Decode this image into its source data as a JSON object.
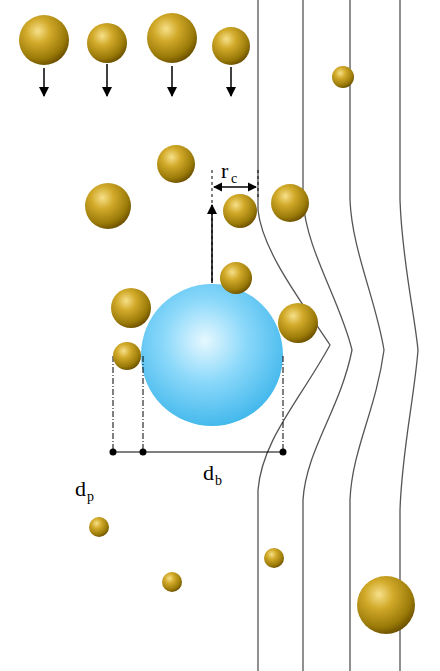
{
  "diagram": {
    "labels": [
      "r",
      "c",
      "d",
      "p",
      "d",
      "b"
    ]
  }
}
